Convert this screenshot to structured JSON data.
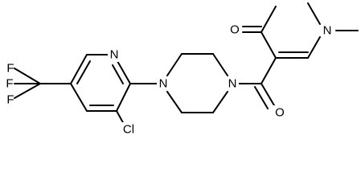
{
  "atoms": {
    "cf3_f_top": "F",
    "cf3_f_mid": "F",
    "cf3_f_bottom": "F",
    "pyridine_n": "N",
    "chloro": "Cl",
    "piperazine_n_left": "N",
    "piperazine_n_right": "N",
    "amide_o": "O",
    "ketone_o": "O",
    "dimethylamino_n": "N"
  }
}
